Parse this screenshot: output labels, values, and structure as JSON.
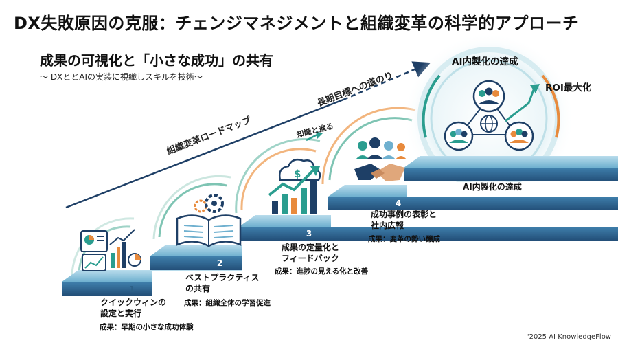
{
  "header": {
    "title": "DX失敗原因の克服：チェンジマネジメントと組織変革の科学的アプローチ",
    "subtitle": "成果の可視化と「小さな成功」の共有",
    "tagline": "～ DXととAIの実装に視織しスキルを技術～"
  },
  "roadmap": {
    "org_roadmap_label": "組織変革ロードマップ",
    "long_term_label": "長期目標への道のり",
    "knowledge_label": "知識と進る"
  },
  "steps": [
    {
      "number": "1",
      "title_line1": "クイックウィンの",
      "title_line2": "設定と実行",
      "result": "成果：早期の小さな成功体験"
    },
    {
      "number": "2",
      "title_line1": "ベストプラクティス",
      "title_line2": "の共有",
      "result": "成果：組織全体の学習促進"
    },
    {
      "number": "3",
      "title_line1": "成果の定量化と",
      "title_line2": "フィードバック",
      "result": "成果：進捗の見える化と改善"
    },
    {
      "number": "4",
      "title_line1": "成功事例の表彰と",
      "title_line2": "社内広報",
      "result": "成果：変革の勢い醸成"
    }
  ],
  "top_step_label": "AI内製化の達成",
  "goals": {
    "top": "AI内製化の達成",
    "roi": "ROI最大化"
  },
  "footer": "'2025 AI KnowledgeFlow",
  "colors": {
    "step_top": "#5a9fc4",
    "step_front": "#2e6a96",
    "teal": "#2a9d8f",
    "orange": "#e88a3c",
    "navy": "#1e3f66"
  }
}
